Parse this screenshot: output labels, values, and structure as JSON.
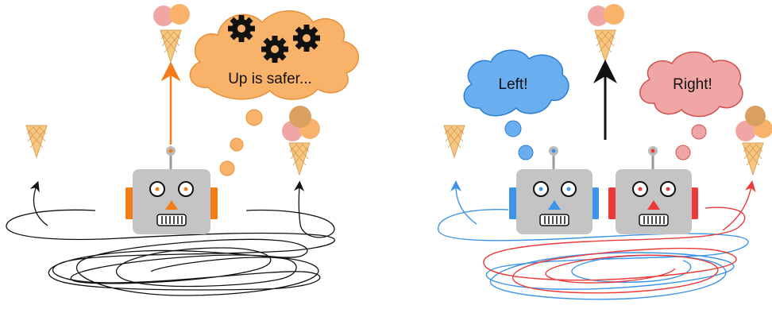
{
  "panels": {
    "left": {
      "thought_text": "Up is safer...",
      "robot_accent": "#f47c18",
      "cloud_color": "#f9b26a"
    },
    "right": {
      "blue_thought": "Left!",
      "red_thought": "Right!",
      "blue_color": "#3d94e8",
      "red_color": "#ec3a3a"
    }
  },
  "icons": [
    "ice-cream-cone-icon",
    "gear-icon",
    "robot-icon",
    "thought-cloud-icon",
    "arrow-icon"
  ]
}
